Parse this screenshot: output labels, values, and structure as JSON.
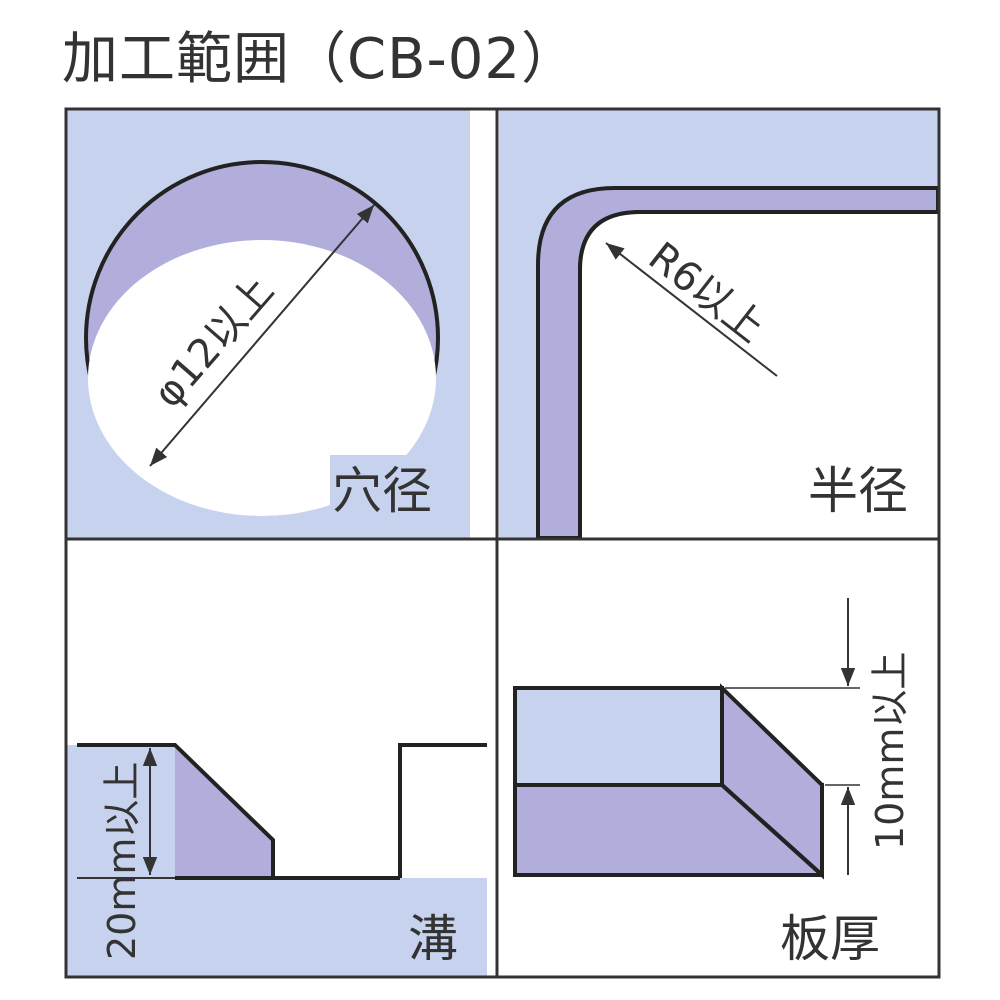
{
  "title": "加工範囲（CB-02）",
  "colors": {
    "blue": "#c7d3ee",
    "purple": "#b1aedb",
    "line": "#333333"
  },
  "panels": {
    "hole": {
      "label": "穴径",
      "dimension": "φ12以上"
    },
    "radius": {
      "label": "半径",
      "dimension": "R6以上"
    },
    "groove": {
      "label": "溝",
      "dimension": "20mm以上"
    },
    "thickness": {
      "label": "板厚",
      "dimension": "10mm以上"
    }
  }
}
